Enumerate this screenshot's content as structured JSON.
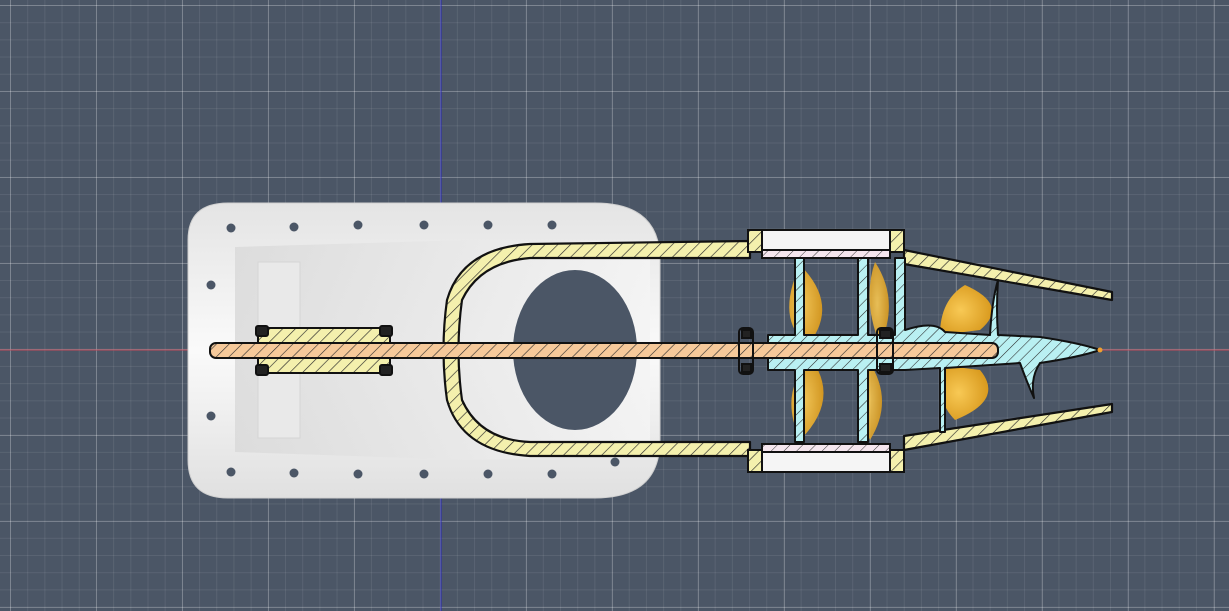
{
  "viewport": {
    "background_color": "#4b5666",
    "grid_color": "#8a95a5",
    "axis_x_color": "#c04a5a",
    "axis_y_color": "#2a2ab8"
  },
  "model": {
    "view": "section-view",
    "parts": [
      {
        "name": "intake-housing",
        "color": "#f2f2f2"
      },
      {
        "name": "nozzle-section",
        "color": "#f5f0b0"
      },
      {
        "name": "drive-shaft",
        "color": "#f6c99a"
      },
      {
        "name": "impeller",
        "color": "#f0b23a"
      },
      {
        "name": "stator-hub",
        "color": "#b9f0f2"
      },
      {
        "name": "pump-ring",
        "color": "#f1dde6"
      }
    ]
  }
}
